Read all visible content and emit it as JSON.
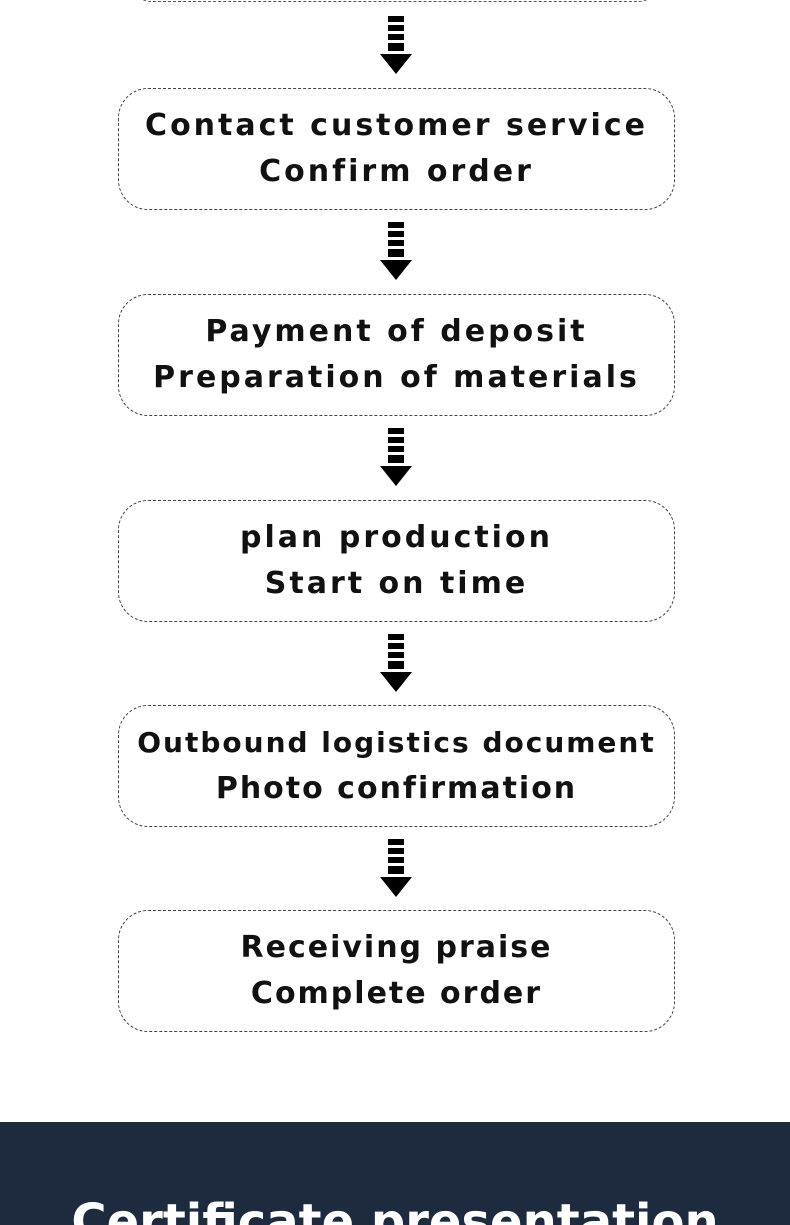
{
  "flow": {
    "steps": [
      {
        "line1": "Contact customer service",
        "line2": "Confirm order"
      },
      {
        "line1": "Payment of deposit",
        "line2": "Preparation of materials"
      },
      {
        "line1": "plan production",
        "line2": "Start on time"
      },
      {
        "line1": "Outbound logistics document",
        "line2": "Photo confirmation"
      },
      {
        "line1": "Receiving praise",
        "line2": "Complete order"
      }
    ],
    "connector_icon": "down-arrow-icon"
  },
  "footer": {
    "title": "Certificate presentation",
    "background_color": "#1e2a3e",
    "text_color": "#ffffff"
  }
}
